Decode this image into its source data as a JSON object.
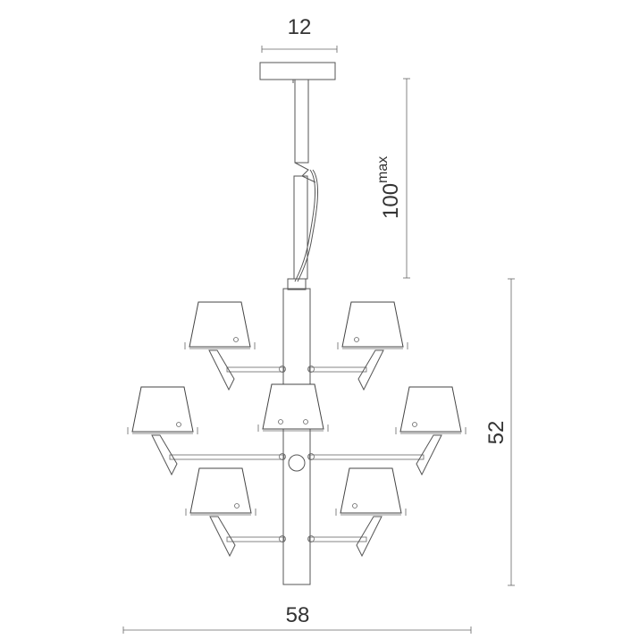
{
  "dimensions": {
    "canopy_width": "12",
    "suspension_length": "100",
    "suspension_suffix": "max",
    "overall_height": "52",
    "overall_width": "58"
  },
  "colors": {
    "line": "#555555",
    "text": "#333333",
    "background": "#ffffff"
  }
}
